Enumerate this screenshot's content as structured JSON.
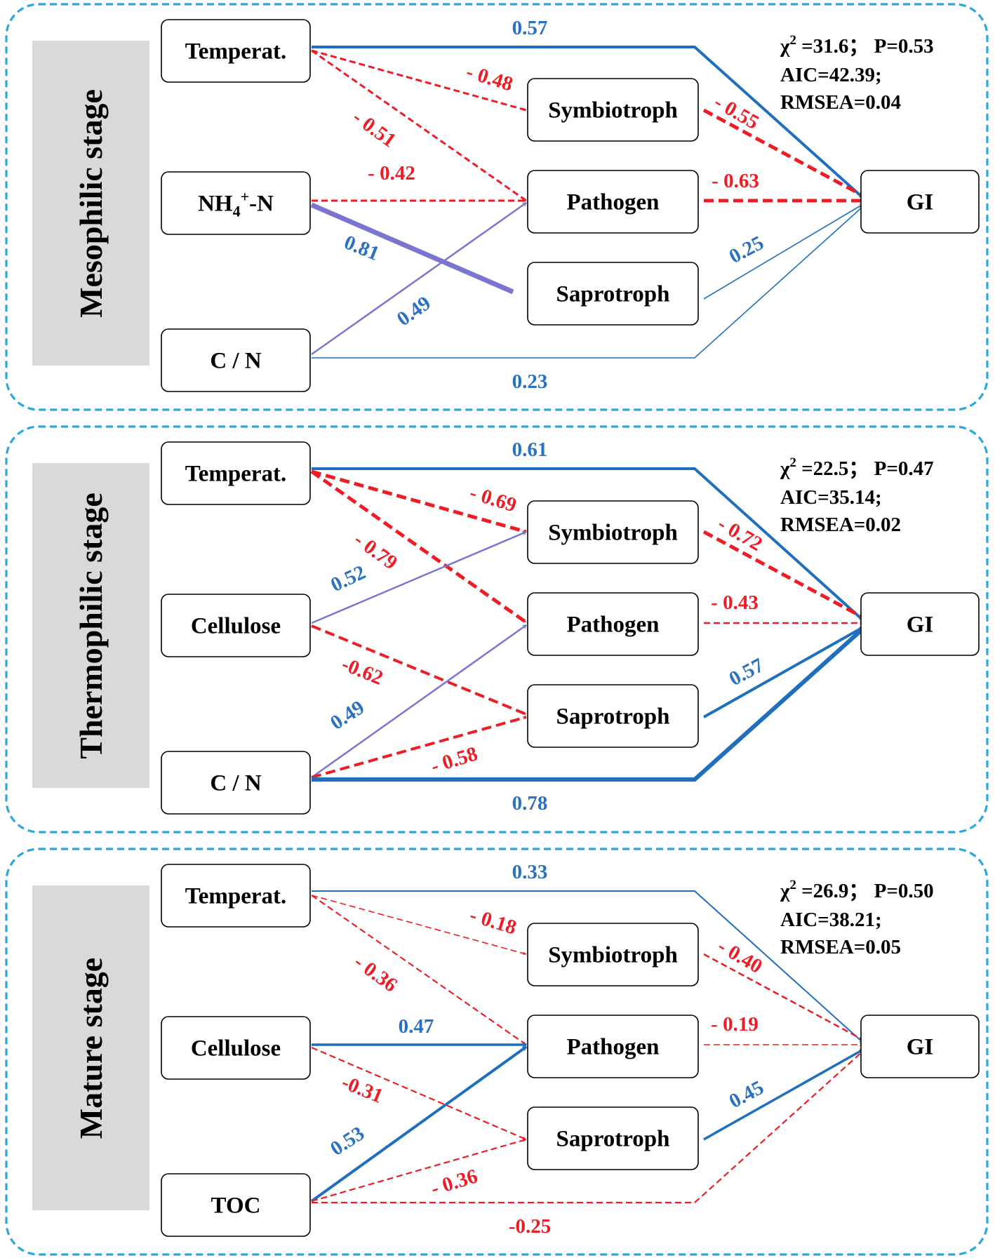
{
  "colors": {
    "positive": "#1F6FBF",
    "positive_thin": "#1A6ABA",
    "positive_label": "#2A72C0",
    "purple": "#7B74D0",
    "negative": "#EE1C24",
    "panel_border": "#29A8E0",
    "stage_bg": "#D9D9D9"
  },
  "panels": [
    {
      "stage": "Mesophilic stage",
      "inputs": [
        "Temperat.",
        "NH4+-N",
        "C / N"
      ],
      "mediators": [
        "Symbiotroph",
        "Pathogen",
        "Saprotroph"
      ],
      "output": "GI",
      "stats": {
        "chi_sym": "χ",
        "chi_sup": "2",
        "chi_rest": " =31.6；  P=0.53",
        "aic": "AIC=42.39;",
        "rmsea": "RMSEA=0.04"
      },
      "paths": [
        {
          "from": "Temperat.",
          "to": "GI",
          "coef": "0.57",
          "sign": "positive"
        },
        {
          "from": "Temperat.",
          "to": "Symbiotroph",
          "coef": "- 0.48",
          "sign": "negative"
        },
        {
          "from": "Temperat.",
          "to": "Pathogen",
          "coef": "- 0.51",
          "sign": "negative"
        },
        {
          "from": "Symbiotroph",
          "to": "GI",
          "coef": "- 0.55",
          "sign": "negative"
        },
        {
          "from": "NH4+-N",
          "to": "Pathogen",
          "coef": "- 0.42",
          "sign": "negative"
        },
        {
          "from": "NH4+-N",
          "to": "Saprotroph",
          "coef": "0.81",
          "sign": "positive"
        },
        {
          "from": "Pathogen",
          "to": "GI",
          "coef": "- 0.63",
          "sign": "negative"
        },
        {
          "from": "C / N",
          "to": "Pathogen",
          "coef": "0.49",
          "sign": "positive"
        },
        {
          "from": "Saprotroph",
          "to": "GI",
          "coef": "0.25",
          "sign": "positive"
        },
        {
          "from": "C / N",
          "to": "GI",
          "coef": "0.23",
          "sign": "positive"
        }
      ]
    },
    {
      "stage": "Thermophilic stage",
      "inputs": [
        "Temperat.",
        "Cellulose",
        "C / N"
      ],
      "mediators": [
        "Symbiotroph",
        "Pathogen",
        "Saprotroph"
      ],
      "output": "GI",
      "stats": {
        "chi_sym": "χ",
        "chi_sup": "2",
        "chi_rest": " =22.5；  P=0.47",
        "aic": "AIC=35.14;",
        "rmsea": "RMSEA=0.02"
      },
      "paths": [
        {
          "from": "Temperat.",
          "to": "GI",
          "coef": "0.61",
          "sign": "positive"
        },
        {
          "from": "Temperat.",
          "to": "Symbiotroph",
          "coef": "- 0.69",
          "sign": "negative"
        },
        {
          "from": "Temperat.",
          "to": "Pathogen",
          "coef": "- 0.79",
          "sign": "negative"
        },
        {
          "from": "Symbiotroph",
          "to": "GI",
          "coef": "- 0.72",
          "sign": "negative"
        },
        {
          "from": "Cellulose",
          "to": "Symbiotroph",
          "coef": "0.52",
          "sign": "positive"
        },
        {
          "from": "Pathogen",
          "to": "GI",
          "coef": "- 0.43",
          "sign": "negative"
        },
        {
          "from": "Cellulose",
          "to": "Saprotroph",
          "coef": "-0.62",
          "sign": "negative"
        },
        {
          "from": "C / N",
          "to": "Pathogen",
          "coef": "0.49",
          "sign": "positive"
        },
        {
          "from": "Saprotroph",
          "to": "GI",
          "coef": "0.57",
          "sign": "positive"
        },
        {
          "from": "C / N",
          "to": "Saprotroph",
          "coef": "- 0.58",
          "sign": "negative"
        },
        {
          "from": "C / N",
          "to": "GI",
          "coef": "0.78",
          "sign": "positive"
        }
      ]
    },
    {
      "stage": "Mature stage",
      "inputs": [
        "Temperat.",
        "Cellulose",
        "TOC"
      ],
      "mediators": [
        "Symbiotroph",
        "Pathogen",
        "Saprotroph"
      ],
      "output": "GI",
      "stats": {
        "chi_sym": "χ",
        "chi_sup": "2",
        "chi_rest": " =26.9；  P=0.50",
        "aic": "AIC=38.21;",
        "rmsea": "RMSEA=0.05"
      },
      "paths": [
        {
          "from": "Temperat.",
          "to": "GI",
          "coef": "0.33",
          "sign": "positive"
        },
        {
          "from": "Temperat.",
          "to": "Symbiotroph",
          "coef": "- 0.18",
          "sign": "negative"
        },
        {
          "from": "Temperat.",
          "to": "Pathogen",
          "coef": "- 0.36",
          "sign": "negative"
        },
        {
          "from": "Symbiotroph",
          "to": "GI",
          "coef": "- 0.40",
          "sign": "negative"
        },
        {
          "from": "Cellulose",
          "to": "Pathogen",
          "coef": "0.47",
          "sign": "positive"
        },
        {
          "from": "Pathogen",
          "to": "GI",
          "coef": "- 0.19",
          "sign": "negative"
        },
        {
          "from": "Cellulose",
          "to": "Saprotroph",
          "coef": "-0.31",
          "sign": "negative"
        },
        {
          "from": "TOC",
          "to": "Pathogen",
          "coef": "0.53",
          "sign": "positive"
        },
        {
          "from": "Saprotroph",
          "to": "GI",
          "coef": "0.45",
          "sign": "positive"
        },
        {
          "from": "TOC",
          "to": "Saprotroph",
          "coef": "- 0.36",
          "sign": "negative"
        },
        {
          "from": "TOC",
          "to": "GI",
          "coef": "-0.25",
          "sign": "negative"
        }
      ]
    }
  ]
}
